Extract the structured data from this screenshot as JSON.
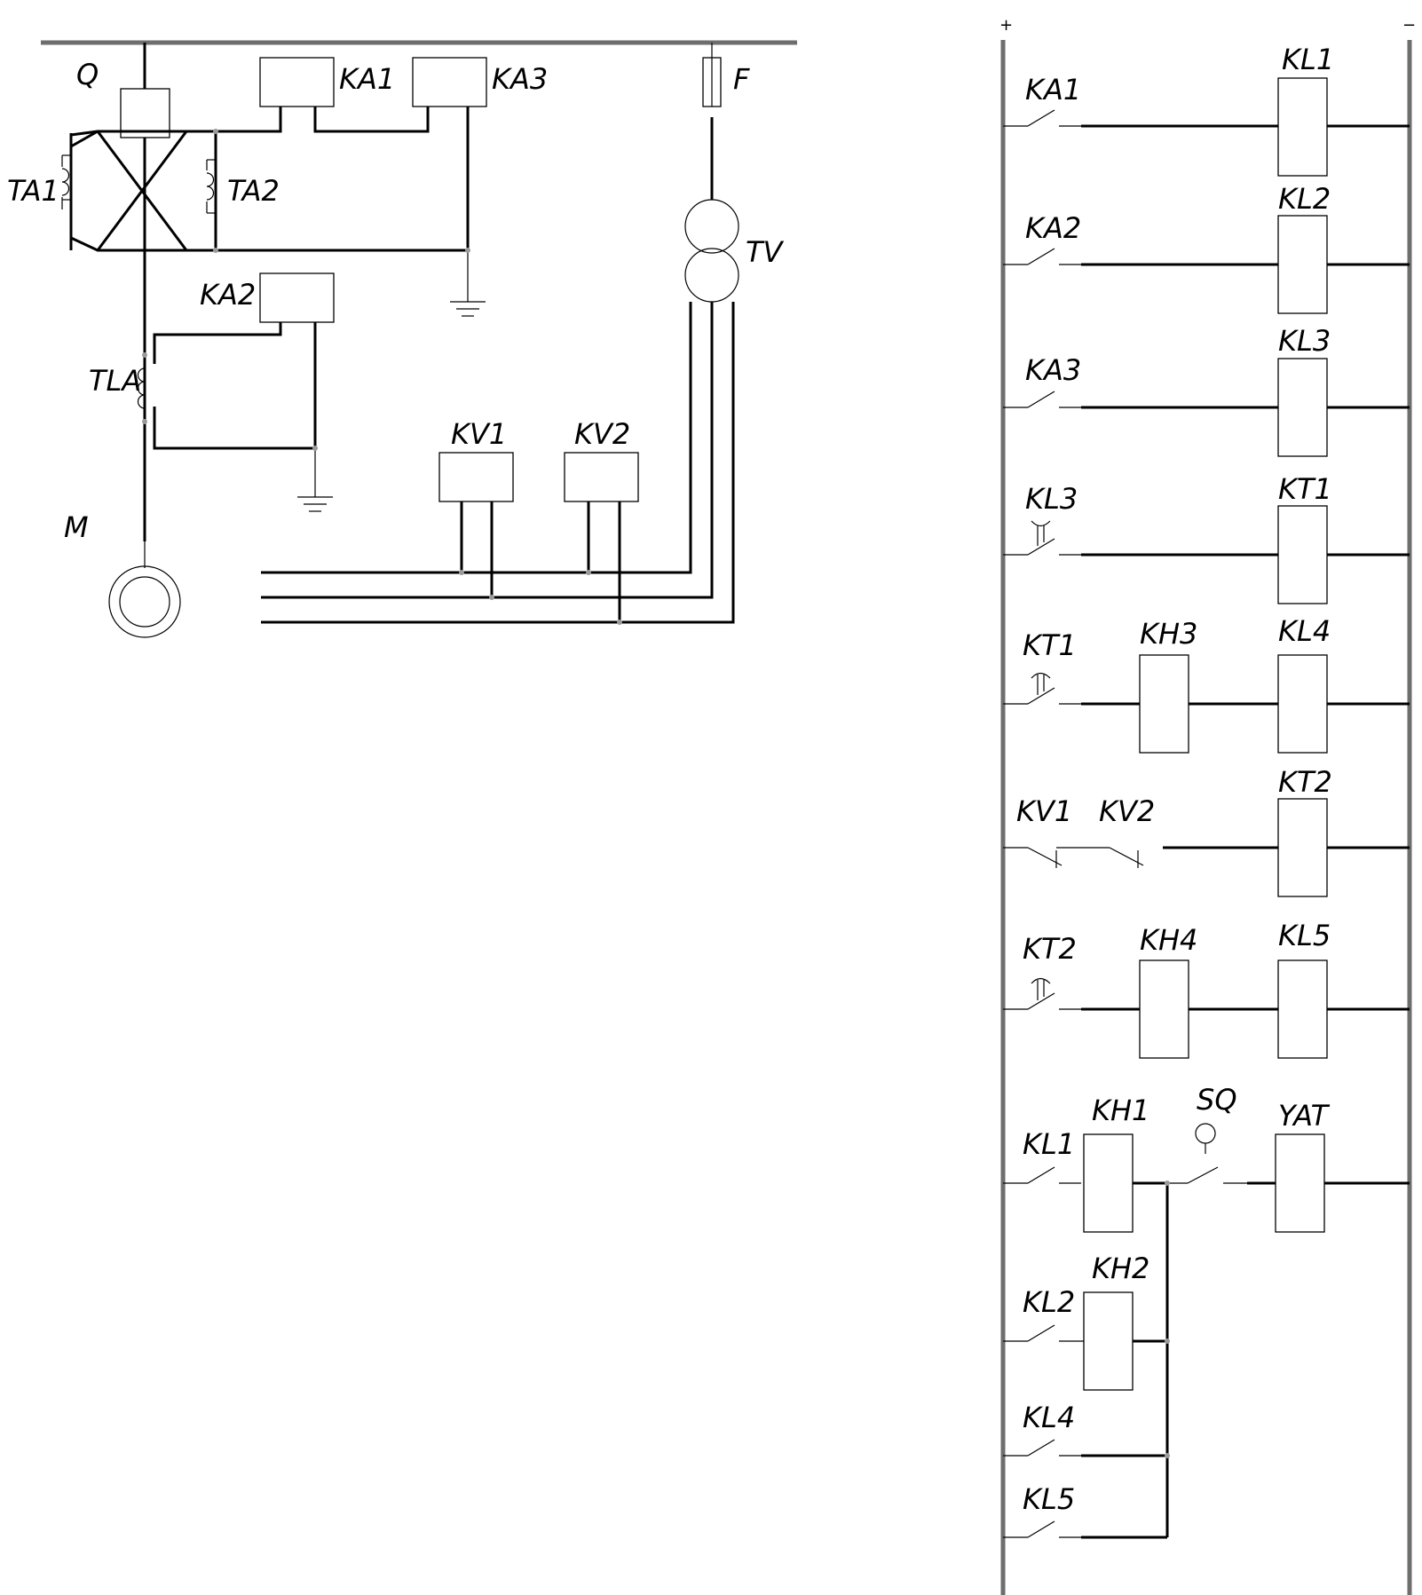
{
  "power_circuit": {
    "breaker": "Q",
    "current_transformer_1": "TA1",
    "current_transformer_2": "TA2",
    "current_relay_1": "KA1",
    "current_relay_3": "KA3",
    "current_relay_2": "KA2",
    "zero_sequence_ct": "TLA",
    "motor": "M",
    "fuse": "F",
    "voltage_transformer": "TV",
    "voltage_relay_1": "KV1",
    "voltage_relay_2": "KV2"
  },
  "control_circuit": {
    "plus_label": "+",
    "minus_label": "−",
    "rungs": [
      {
        "contact": "KA1",
        "coil": "KL1"
      },
      {
        "contact": "KA2",
        "coil": "KL2"
      },
      {
        "contact": "KA3",
        "coil": "KL3"
      },
      {
        "contact": "KL3",
        "coil": "KT1"
      },
      {
        "contact": "KT1",
        "indicator": "KH3",
        "coil": "KL4"
      },
      {
        "contact_1": "KV1",
        "contact_2": "KV2",
        "coil": "KT2"
      },
      {
        "contact": "KT2",
        "indicator": "KH4",
        "coil": "KL5"
      },
      {
        "contact": "KL1",
        "indicator": "KH1",
        "limit_switch": "SQ",
        "coil": "YAT"
      },
      {
        "contact": "KL2",
        "indicator": "KH2"
      },
      {
        "contact": "KL4"
      },
      {
        "contact": "KL5"
      }
    ]
  }
}
